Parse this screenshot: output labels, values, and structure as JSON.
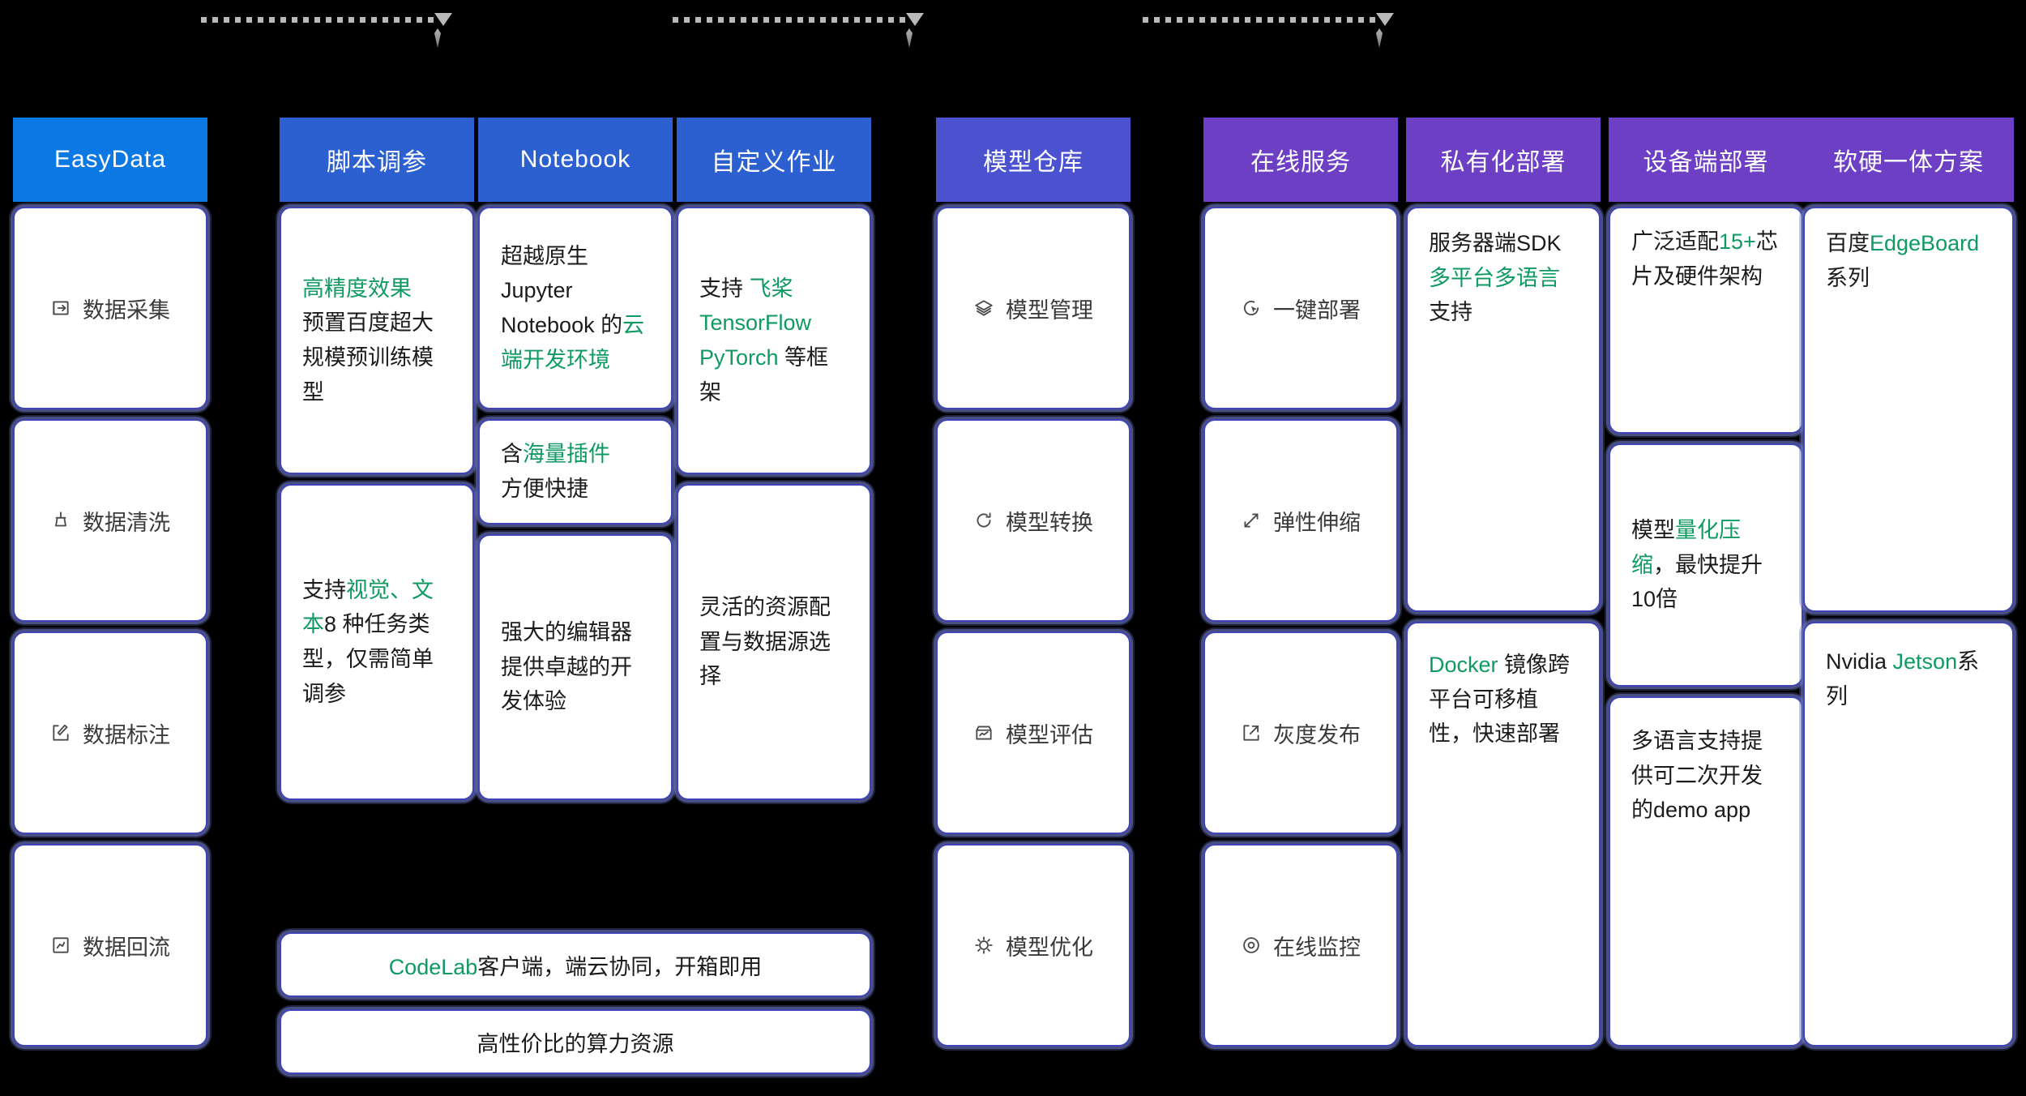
{
  "accents": {
    "easydata_blue": "#0b78e3",
    "train_blue": "#2c5fd0",
    "model_indigo": "#4a52cf",
    "deploy_purple": "#6c3fc5",
    "card_border": "#3f45b5",
    "highlight_green": "#0f9a63"
  },
  "arrows": [
    {
      "name": "arrow-data-to-train"
    },
    {
      "name": "arrow-train-to-model"
    },
    {
      "name": "arrow-model-to-deploy"
    }
  ],
  "columns": {
    "easydata": {
      "header": "EasyData",
      "items": [
        {
          "icon": "data-collect-icon",
          "label": "数据采集"
        },
        {
          "icon": "data-clean-icon",
          "label": "数据清洗"
        },
        {
          "icon": "data-annotate-icon",
          "label": "数据标注"
        },
        {
          "icon": "data-reflow-icon",
          "label": "数据回流"
        }
      ]
    },
    "script_tuning": {
      "header": "脚本调参",
      "cards": [
        {
          "segments": [
            {
              "t": "高精度效果",
              "g": true
            },
            {
              "t": "预置百度超大规模预训练模型",
              "g": false
            }
          ]
        },
        {
          "segments": [
            {
              "t": "支持",
              "g": false
            },
            {
              "t": "视觉、文本",
              "g": true
            },
            {
              "t": "8 种任务类型，仅需简单调参",
              "g": false
            }
          ]
        }
      ]
    },
    "notebook": {
      "header": "Notebook",
      "cards": [
        {
          "segments": [
            {
              "t": "超越原生 Jupyter Notebook 的",
              "g": false
            },
            {
              "t": "云端开发环境",
              "g": true
            }
          ]
        },
        {
          "segments": [
            {
              "t": "含",
              "g": false
            },
            {
              "t": "海量插件",
              "g": true
            },
            {
              "t": "方便快捷",
              "g": false
            }
          ]
        },
        {
          "segments": [
            {
              "t": "强大的编辑器提供卓越的开发体验",
              "g": false
            }
          ]
        }
      ]
    },
    "custom_job": {
      "header": "自定义作业",
      "cards": [
        {
          "segments": [
            {
              "t": "支持 ",
              "g": false
            },
            {
              "t": "飞桨 TensorFlow PyTorch",
              "g": true
            },
            {
              "t": " 等框架",
              "g": false
            }
          ]
        },
        {
          "segments": [
            {
              "t": "灵活的资源配置与数据源选择",
              "g": false
            }
          ]
        }
      ]
    },
    "train_footer": [
      {
        "name": "codelab-bar",
        "segments": [
          {
            "t": "CodeLab",
            "g": true
          },
          {
            "t": "客户端，端云协同，开箱即用",
            "g": false
          }
        ]
      },
      {
        "name": "compute-bar",
        "segments": [
          {
            "t": "高性价比的算力资源",
            "g": false
          }
        ]
      }
    ],
    "model_repo": {
      "header": "模型仓库",
      "items": [
        {
          "icon": "layers-icon",
          "label": "模型管理"
        },
        {
          "icon": "refresh-icon",
          "label": "模型转换"
        },
        {
          "icon": "chart-box-icon",
          "label": "模型评估"
        },
        {
          "icon": "gear-icon",
          "label": "模型优化"
        }
      ]
    },
    "online_service": {
      "header": "在线服务",
      "items": [
        {
          "icon": "one-click-deploy-icon",
          "label": "一键部署"
        },
        {
          "icon": "scale-arrows-icon",
          "label": "弹性伸缩"
        },
        {
          "icon": "gray-release-icon",
          "label": "灰度发布"
        },
        {
          "icon": "monitor-circle-icon",
          "label": "在线监控"
        }
      ]
    },
    "private_deploy": {
      "header": "私有化部署",
      "cards": [
        {
          "segments": [
            {
              "t": "服务器端SDK",
              "g": false
            },
            {
              "t": "多平台多语言",
              "g": true
            },
            {
              "t": "支持",
              "g": false
            }
          ]
        },
        {
          "segments": [
            {
              "t": "Docker",
              "g": true
            },
            {
              "t": " 镜像跨平台可移植性，快速部署",
              "g": false
            }
          ]
        }
      ]
    },
    "device_deploy": {
      "header": "设备端部署",
      "cards": [
        {
          "segments": [
            {
              "t": "广泛适配",
              "g": false
            },
            {
              "t": "15+",
              "g": true
            },
            {
              "t": "芯片及硬件架构",
              "g": false
            }
          ]
        },
        {
          "segments": [
            {
              "t": "模型",
              "g": false
            },
            {
              "t": "量化压缩",
              "g": true
            },
            {
              "t": "，最快提升10倍",
              "g": false
            }
          ]
        },
        {
          "segments": [
            {
              "t": "多语言支持提供可二次开发的demo app",
              "g": false
            }
          ]
        }
      ]
    },
    "hw_sw": {
      "header": "软硬一体方案",
      "cards": [
        {
          "segments": [
            {
              "t": "百度",
              "g": false
            },
            {
              "t": "EdgeBoard",
              "g": true
            },
            {
              "t": "系列",
              "g": false
            }
          ]
        },
        {
          "segments": [
            {
              "t": "Nvidia ",
              "g": false
            },
            {
              "t": "Jetson",
              "g": true
            },
            {
              "t": "系列",
              "g": false
            }
          ]
        }
      ]
    }
  }
}
